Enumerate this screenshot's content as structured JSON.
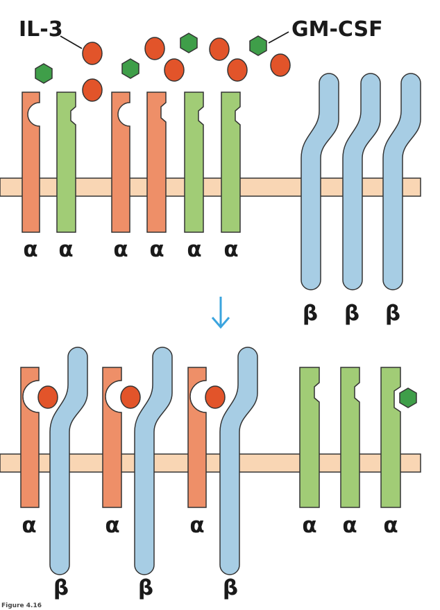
{
  "ligands": {
    "il3": {
      "label": "IL-3",
      "color": "#E2542A"
    },
    "gmcsf": {
      "label": "GM-CSF",
      "color": "#3F9E49"
    }
  },
  "colors": {
    "membrane": "#F9D6B4",
    "il3_alpha": "#EE8F68",
    "gmcsf_alpha": "#A1CC76",
    "beta": "#A7CDE4",
    "arrow": "#3BA4DE"
  },
  "top_panel": {
    "alpha_labels": [
      "α",
      "α",
      "α",
      "α",
      "α",
      "α"
    ],
    "beta_labels": [
      "β",
      "β",
      "β"
    ]
  },
  "bottom_panel": {
    "complex_alpha_labels": [
      "α",
      "α",
      "α"
    ],
    "complex_beta_labels": [
      "β",
      "β",
      "β"
    ],
    "free_alpha_labels": [
      "α",
      "α",
      "α"
    ]
  },
  "caption": "Figure 4.16"
}
